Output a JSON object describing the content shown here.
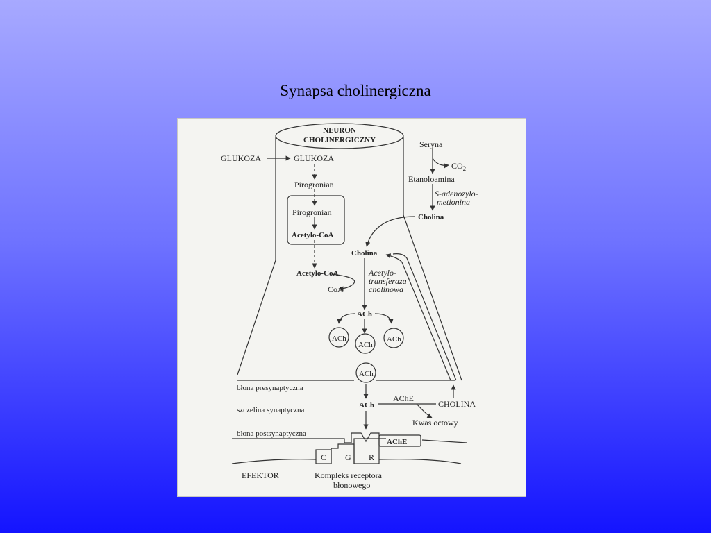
{
  "slide": {
    "title": "Synapsa cholinergiczna"
  },
  "diagram": {
    "neuron_label_1": "NEURON",
    "neuron_label_2": "CHOLINERGICZNY",
    "glukoza_outside": "GLUKOZA",
    "glukoza_inside": "GLUKOZA",
    "pirogronian_1": "Pirogronian",
    "pirogronian_2": "Pirogronian",
    "acetylo_coa_mito": "Acetylo-CoA",
    "acetylo_coa_cyto": "Acetylo-CoA",
    "coa": "CoA",
    "enzyme_1": "Acetylo-",
    "enzyme_2": "transferaza",
    "enzyme_3": "cholinowa",
    "seryna": "Seryna",
    "co2": "CO",
    "co2_sub": "2",
    "etanoloamina": "Etanoloamina",
    "sam_1": "S-adenozylo-",
    "sam_2": "metionina",
    "cholina_top": "Cholina",
    "cholina_mid": "Cholina",
    "ach_main": "ACh",
    "ach_vesicle": "ACh",
    "ach_cleft": "ACh",
    "ache_reaction": "AChE",
    "cholina_caps": "CHOLINA",
    "kwas_octowy": "Kwas octowy",
    "blona_pre": "błona presynaptyczna",
    "szczelina": "szczelina synaptyczna",
    "blona_post": "błona postsynaptyczna",
    "ache_enzyme": "AChE",
    "c": "C",
    "g": "G",
    "r": "R",
    "efektor": "EFEKTOR",
    "kompleks_1": "Kompleks receptora",
    "kompleks_2": "błonowego"
  }
}
